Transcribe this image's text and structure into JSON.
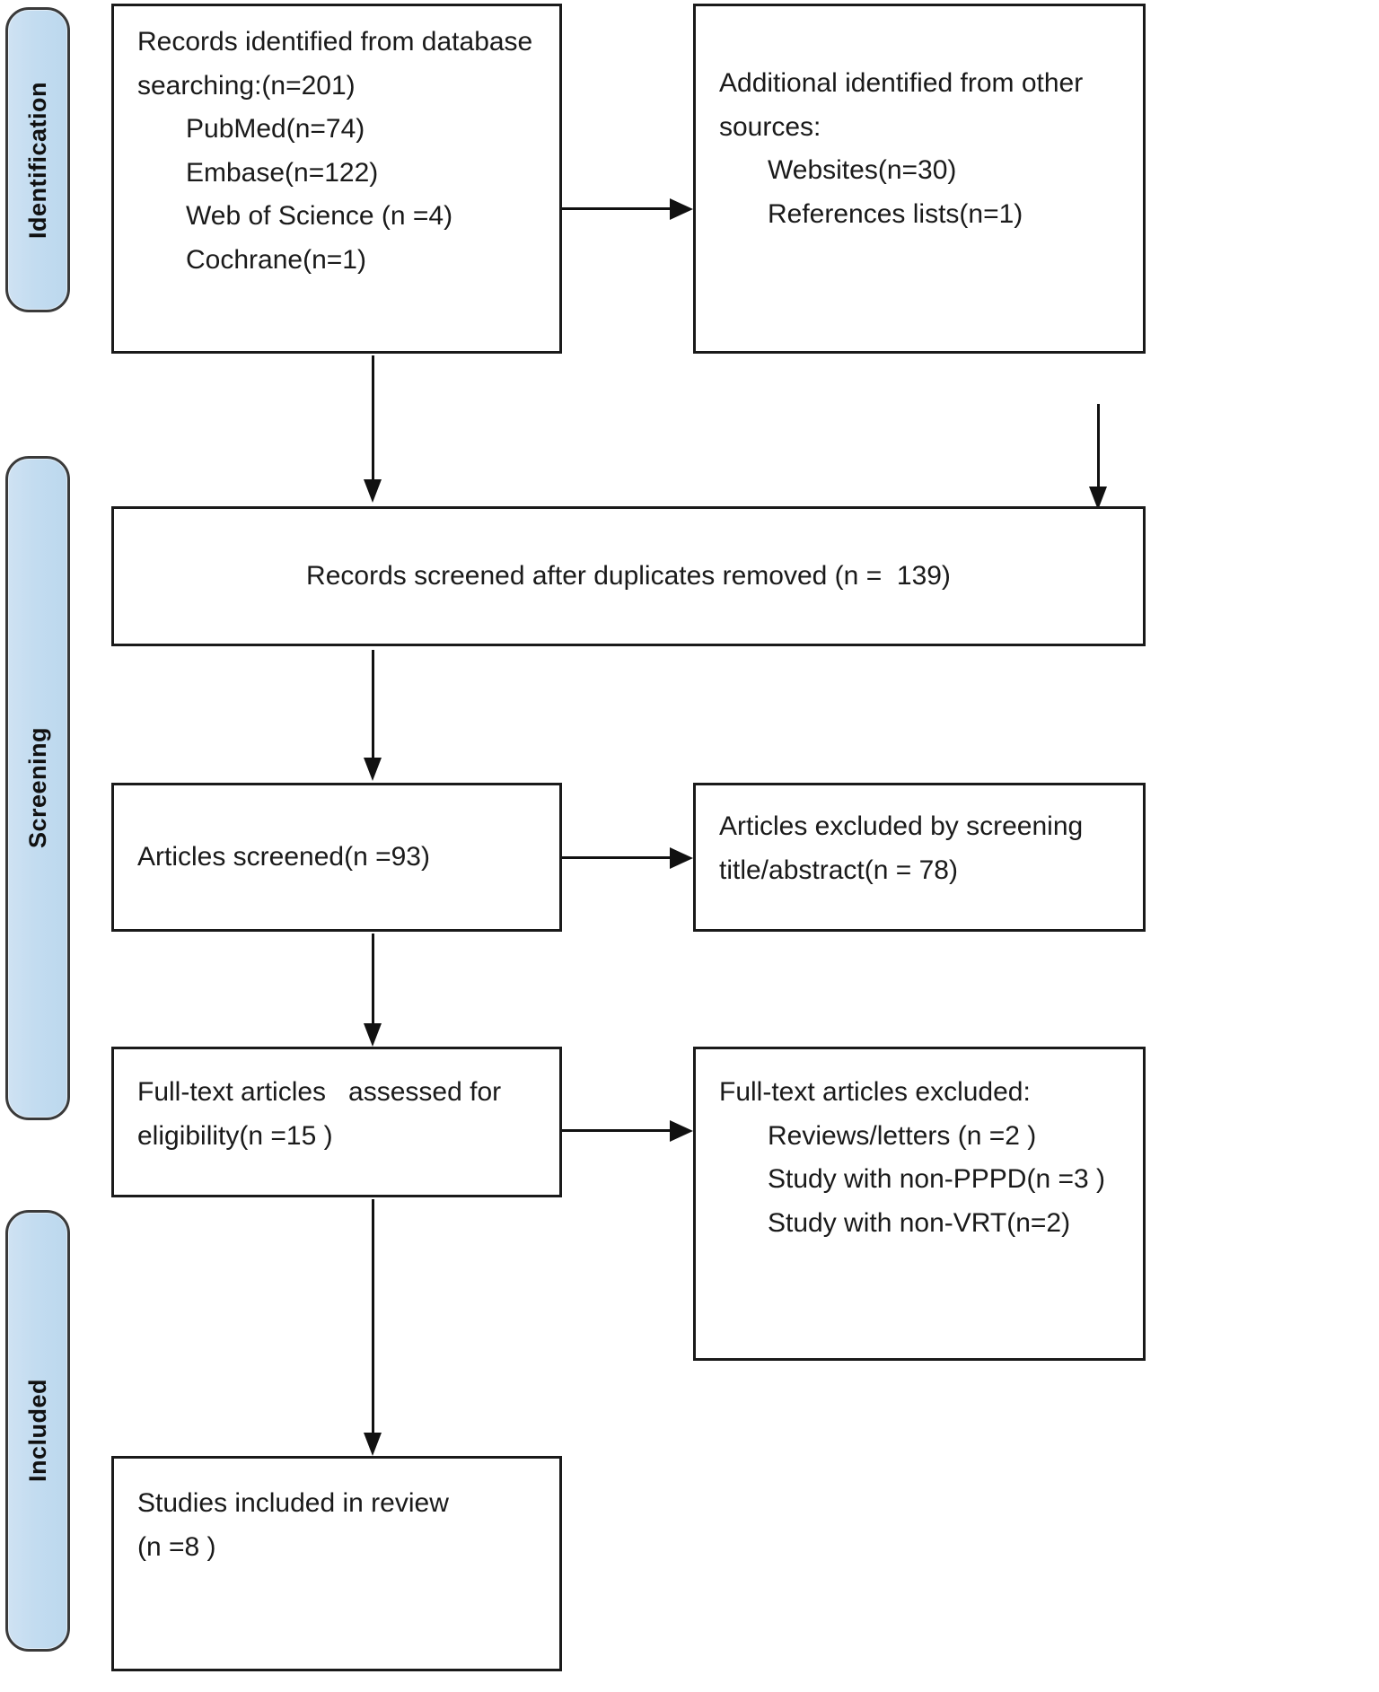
{
  "diagram": {
    "type": "prisma-flow-diagram",
    "stages": [
      {
        "id": "identification",
        "label": "Identification"
      },
      {
        "id": "screening",
        "label": "Screening"
      },
      {
        "id": "included",
        "label": "Included"
      }
    ],
    "boxes": {
      "database_search": {
        "lines": [
          "Records identified from database",
          "searching:(n=201)",
          "PubMed(n=74)",
          "Embase(n=122)",
          "Web of Science (n =4)",
          "Cochrane(n=1)"
        ]
      },
      "other_sources": {
        "lines": [
          "Additional identified from other",
          "sources:",
          "Websites(n=30)",
          "References lists(n=1)"
        ]
      },
      "records_screened": {
        "lines": [
          "Records screened after duplicates removed (n =  139)"
        ]
      },
      "articles_screened": {
        "lines": [
          "Articles screened(n =93)"
        ]
      },
      "articles_excluded": {
        "lines": [
          "Articles excluded by screening",
          "title/abstract(n = 78)"
        ]
      },
      "fulltext_assessed": {
        "lines": [
          "Full-text articles   assessed for",
          "eligibility(n =15 )"
        ]
      },
      "fulltext_excluded": {
        "lines": [
          "Full-text articles excluded:",
          "Reviews/letters (n =2 )",
          "Study with non-PPPD(n =3 )",
          "Study with non-VRT(n=2)"
        ]
      },
      "studies_included": {
        "lines": [
          "Studies included in review",
          "(n =8 )"
        ]
      }
    },
    "colors": {
      "stage_fill": "#c9dff1",
      "stage_border": "#3a3a3a",
      "box_border": "#1a1a1a",
      "text": "#1a1a1a",
      "arrow": "#111111",
      "background": "#ffffff"
    }
  }
}
